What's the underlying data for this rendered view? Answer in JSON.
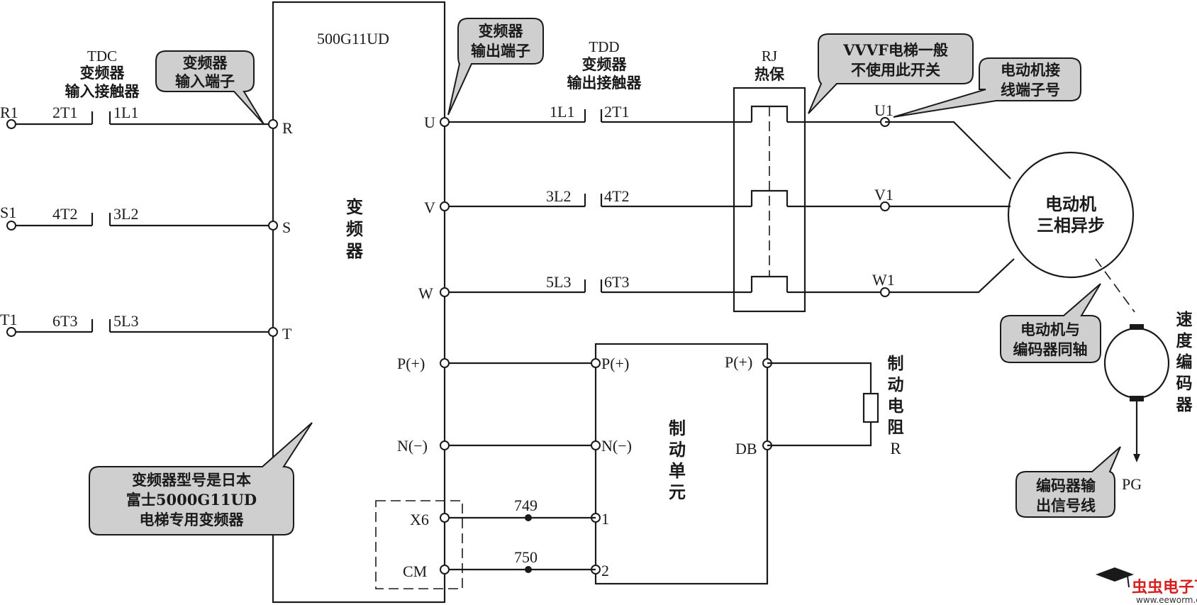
{
  "inverter": {
    "model": "500G11UD",
    "body_label": [
      "变",
      "频",
      "器"
    ],
    "input_terminals": [
      "R",
      "S",
      "T"
    ],
    "output_terminals": [
      "U",
      "V",
      "W"
    ],
    "dc_terminals": [
      "P(+)",
      "N(−)"
    ],
    "control_terminals": [
      "X6",
      "CM"
    ]
  },
  "supply": {
    "lines": [
      "R1",
      "S1",
      "T1"
    ]
  },
  "input_contactor": {
    "title": [
      "TDC",
      "变频器",
      "输入接触器"
    ],
    "contacts": [
      {
        "left": "2T1",
        "right": "1L1"
      },
      {
        "left": "4T2",
        "right": "3L2"
      },
      {
        "left": "6T3",
        "right": "5L3"
      }
    ]
  },
  "output_contactor": {
    "title": [
      "TDD",
      "变频器",
      "输出接触器"
    ],
    "contacts": [
      {
        "left": "1L1",
        "right": "2T1"
      },
      {
        "left": "3L2",
        "right": "4T2"
      },
      {
        "left": "5L3",
        "right": "6T3"
      }
    ]
  },
  "thermal_relay": {
    "title": [
      "RJ",
      "热保"
    ]
  },
  "motor": {
    "terminals": [
      "U1",
      "V1",
      "W1"
    ],
    "label": [
      "电动机",
      "三相异步"
    ]
  },
  "encoder": {
    "label": [
      "速",
      "度",
      "编",
      "码",
      "器"
    ],
    "signal": "PG"
  },
  "brake_unit": {
    "label": [
      "制",
      "动",
      "单",
      "元"
    ],
    "left_terminals": [
      "P(+)",
      "N(−)",
      "1",
      "2"
    ],
    "right_terminals": [
      "P(+)",
      "DB"
    ]
  },
  "brake_resistor": {
    "label": [
      "制",
      "动",
      "电",
      "阻",
      "R"
    ]
  },
  "wire_numbers": [
    "749",
    "750"
  ],
  "callouts": {
    "inverter_input": [
      "变频器",
      "输入端子"
    ],
    "inverter_output": [
      "变频器",
      "输出端子"
    ],
    "vvvf_note": [
      "VVVF电梯一般",
      "不使用此开关"
    ],
    "motor_terminals": [
      "电动机接",
      "线端子号"
    ],
    "coaxial": [
      "电动机与",
      "编码器同轴"
    ],
    "encoder_signal": [
      "编码器输",
      "出信号线"
    ],
    "inverter_model": [
      "变频器型号是日本",
      "富士5000G11UD",
      "电梯专用变频器"
    ]
  },
  "watermark": {
    "brand": "虫虫电子下载站",
    "url": "www.eeworm.com"
  }
}
